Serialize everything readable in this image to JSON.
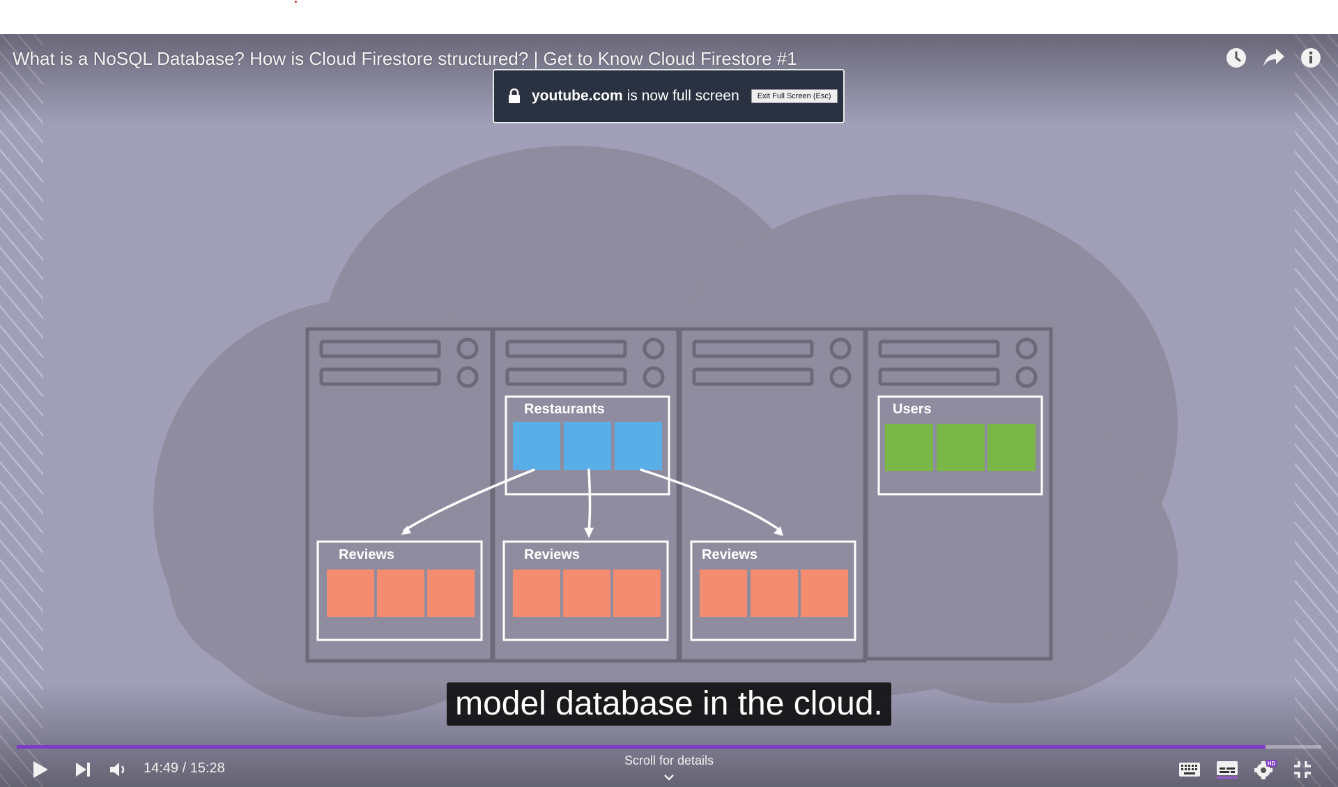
{
  "page": {
    "colors": {
      "player_bg": "#a19fb8",
      "cloud": "#8e8c9e",
      "restaurants_blue": "#5aaee8",
      "users_green": "#7ab648",
      "reviews_salmon": "#f48c72",
      "progress_purple": "#7e3bc4"
    }
  },
  "player": {
    "title": "What is a NoSQL Database? How is Cloud Firestore structured? | Get to Know Cloud Firestore #1",
    "top_icons": [
      "watch-later-icon",
      "share-icon",
      "info-icon"
    ],
    "fullscreen_notice": {
      "domain": "youtube.com",
      "text": "is now full screen",
      "exit_label": "Exit Full Screen (Esc)"
    },
    "caption": "model database in the cloud.",
    "diagram": {
      "restaurants_label": "Restaurants",
      "users_label": "Users",
      "reviews_label": "Reviews"
    },
    "controls": {
      "time_display": "14:49 / 15:28",
      "progress_fraction": 0.9571,
      "scroll_label": "Scroll for details",
      "left_icons": [
        "play-icon",
        "next-icon",
        "volume-icon"
      ],
      "right_icons": [
        "keyboard-icon",
        "subtitles-icon",
        "settings-icon",
        "exit-fullscreen-icon"
      ],
      "settings_badge": "HD"
    }
  }
}
